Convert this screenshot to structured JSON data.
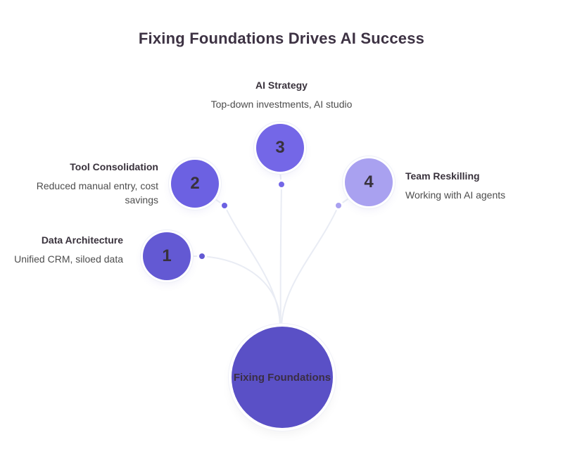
{
  "title": "Fixing Foundations Drives AI Success",
  "center_node": {
    "label": "Fixing Foundations"
  },
  "nodes": [
    {
      "number": "1",
      "heading": "Data Architecture",
      "description": "Unified CRM, siloed data"
    },
    {
      "number": "2",
      "heading": "Tool Consolidation",
      "description": "Reduced manual entry, cost savings"
    },
    {
      "number": "3",
      "heading": "AI Strategy",
      "description": "Top-down investments, AI studio"
    },
    {
      "number": "4",
      "heading": "Team Reskilling",
      "description": "Working with AI agents"
    }
  ],
  "colors": {
    "node1": "#6359d3",
    "node2": "#6c61e2",
    "node3": "#7467e7",
    "node4": "#a9a1f0",
    "center_node": "#5a50c6",
    "connector": "#e9ecf4",
    "title_text": "#3d3243",
    "heading_text": "#39323c",
    "body_text": "#4d4d4d",
    "number_text": "#38313b"
  }
}
